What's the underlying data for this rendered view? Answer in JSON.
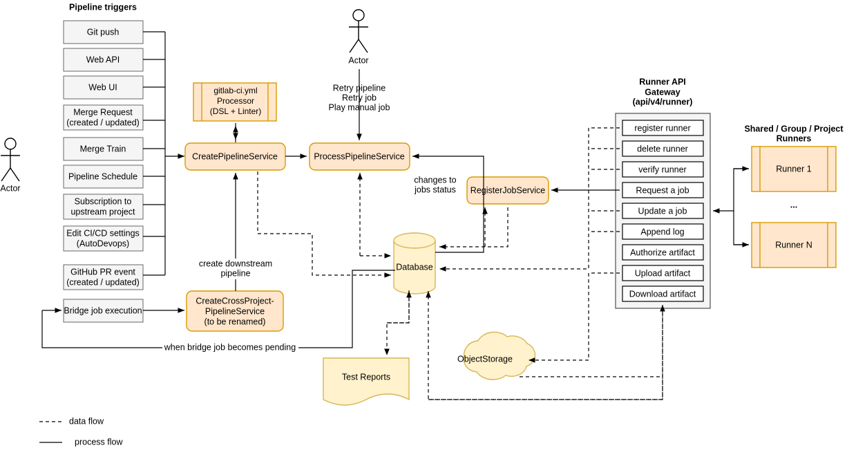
{
  "meta": {
    "title": "GitLab CI/CD pipeline architecture diagram"
  },
  "headings": {
    "pipeline_triggers": "Pipeline triggers",
    "runner_api_gateway_line1": "Runner API",
    "runner_api_gateway_line2": "Gateway",
    "runner_api_gateway_line3": "(api/v4/runner)",
    "runners_line1": "Shared / Group / Project",
    "runners_line2": "Runners"
  },
  "actors": [
    {
      "id": "actor-left",
      "label": "Actor"
    },
    {
      "id": "actor-top",
      "label": "Actor"
    }
  ],
  "triggers": [
    {
      "id": "git-push",
      "lines": [
        "Git push"
      ]
    },
    {
      "id": "web-api",
      "lines": [
        "Web API"
      ]
    },
    {
      "id": "web-ui",
      "lines": [
        "Web UI"
      ]
    },
    {
      "id": "merge-request",
      "lines": [
        "Merge Request",
        "(created / updated)"
      ]
    },
    {
      "id": "merge-train",
      "lines": [
        "Merge Train"
      ]
    },
    {
      "id": "pipeline-schedule",
      "lines": [
        "Pipeline Schedule"
      ]
    },
    {
      "id": "subscription",
      "lines": [
        "Subscription to",
        "upstream project"
      ]
    },
    {
      "id": "edit-cicd",
      "lines": [
        "Edit CI/CD settings",
        "(AutoDevops)"
      ]
    },
    {
      "id": "github-pr",
      "lines": [
        "GitHub PR event",
        "(created / updated)"
      ]
    },
    {
      "id": "bridge-job",
      "lines": [
        "Bridge job execution"
      ]
    }
  ],
  "services": {
    "yml_processor": {
      "lines": [
        "gitlab-ci.yml",
        "Processor",
        "(DSL + Linter)"
      ]
    },
    "create_pipeline": {
      "lines": [
        "CreatePipelineService"
      ]
    },
    "process_pipeline": {
      "lines": [
        "ProcessPipelineService"
      ]
    },
    "cross_project": {
      "lines": [
        "CreateCrossProject-",
        "PipelineService",
        "(to be renamed)"
      ]
    },
    "register_job": {
      "lines": [
        "RegisterJobService"
      ]
    }
  },
  "stores": {
    "database": "Database",
    "test_reports": "Test Reports",
    "object_storage": "ObjectStorage"
  },
  "api_endpoints": [
    {
      "id": "register-runner",
      "label": "register runner"
    },
    {
      "id": "delete-runner",
      "label": "delete runner"
    },
    {
      "id": "verify-runner",
      "label": "verify runner"
    },
    {
      "id": "request-a-job",
      "label": "Request a job"
    },
    {
      "id": "update-a-job",
      "label": "Update a job"
    },
    {
      "id": "append-log",
      "label": "Append log"
    },
    {
      "id": "authorize-artifact",
      "label": "Authorize artifact"
    },
    {
      "id": "upload-artifact",
      "label": "Upload artifact"
    },
    {
      "id": "download-artifact",
      "label": "Download artifact"
    }
  ],
  "runners": [
    {
      "id": "runner-1",
      "label": "Runner 1"
    },
    {
      "id": "runner-ellipsis",
      "label": "..."
    },
    {
      "id": "runner-n",
      "label": "Runner N"
    }
  ],
  "edge_labels": {
    "retry_line1": "Retry pipeline",
    "retry_line2": "Retry job",
    "retry_line3": "Play manual job",
    "changes_line1": "changes to",
    "changes_line2": "jobs status",
    "downstream_line1": "create downstream",
    "downstream_line2": "pipeline",
    "bridge_pending": "when bridge job becomes pending"
  },
  "legend": [
    {
      "id": "data-flow",
      "label": "data flow",
      "style": "dashed"
    },
    {
      "id": "process-flow",
      "label": "process flow",
      "style": "solid"
    }
  ],
  "colors": {
    "service_fill": "#ffe6cc",
    "service_stroke": "#d79b00",
    "store_fill": "#fff2cc",
    "store_stroke": "#d6b656",
    "trigger_fill": "#f5f5f5",
    "trigger_stroke": "#666666",
    "panel_fill": "#f5f5f5",
    "line": "#000000",
    "background": "#ffffff"
  }
}
